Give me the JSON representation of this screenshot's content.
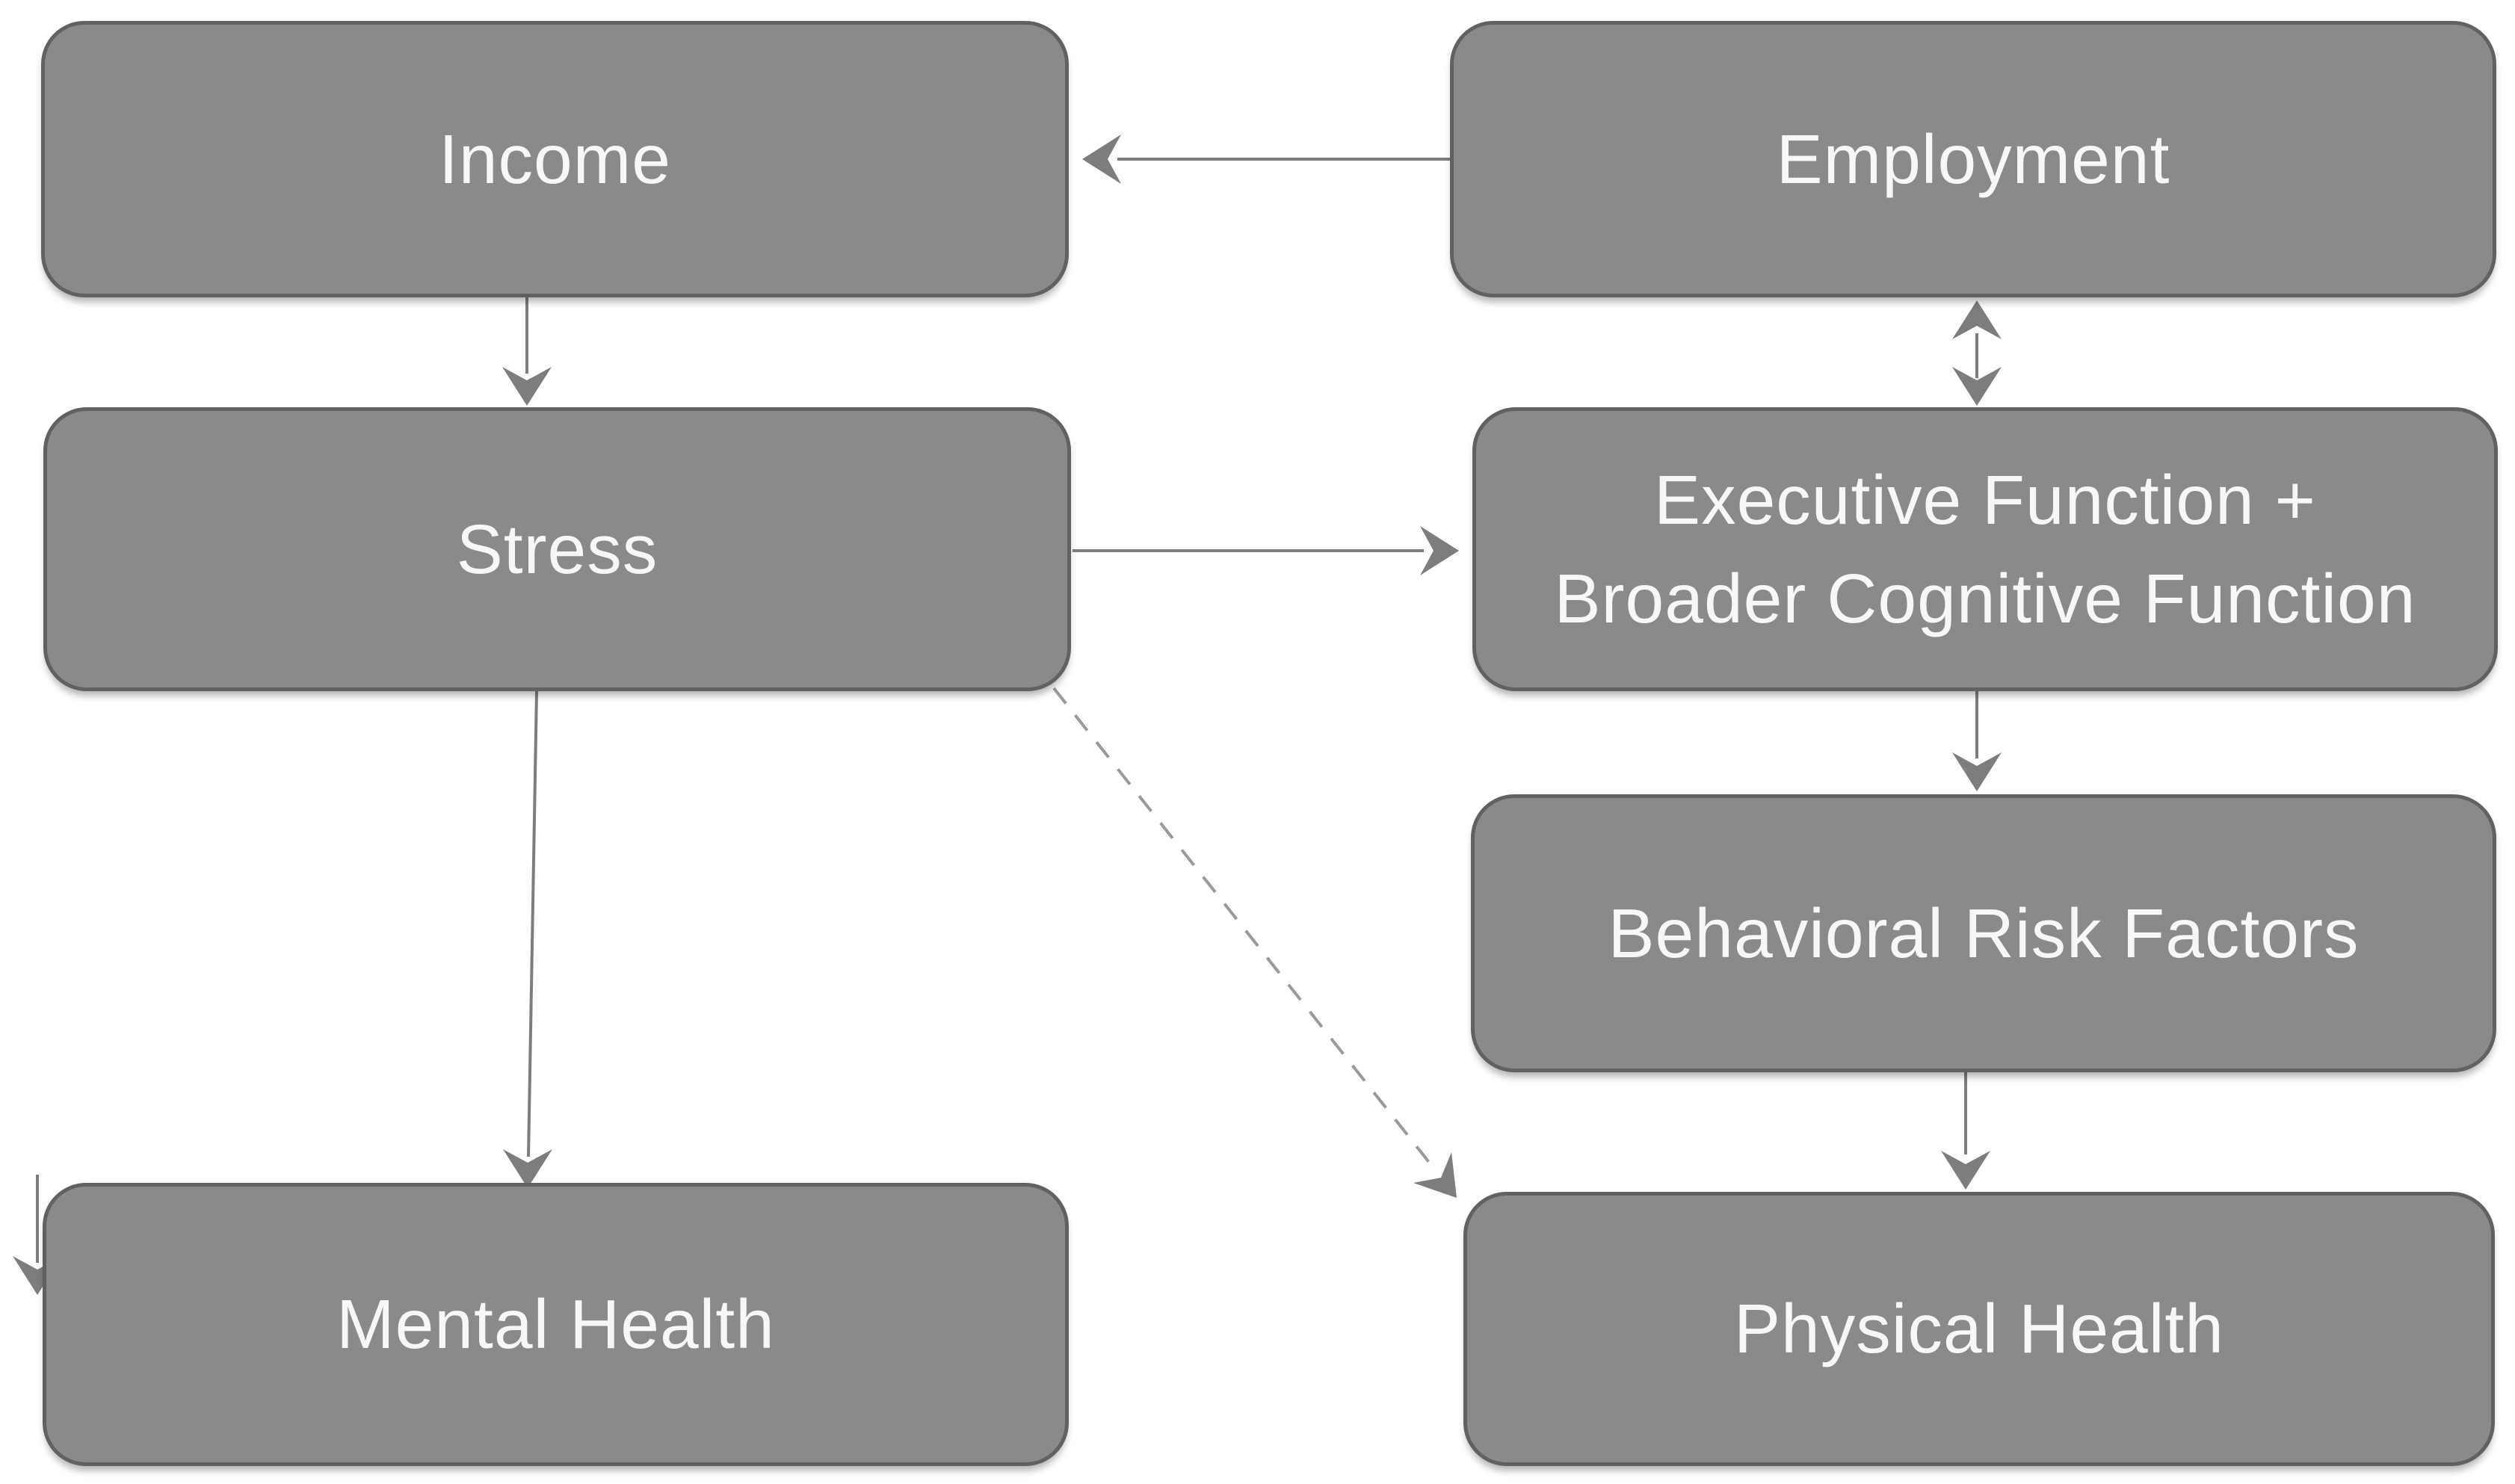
{
  "diagram": {
    "type": "flowchart",
    "nodes": [
      {
        "id": "income",
        "label": "Income"
      },
      {
        "id": "employment",
        "label": "Employment"
      },
      {
        "id": "stress",
        "label": "Stress"
      },
      {
        "id": "executive-function",
        "label": "Executive Function + Broader Cognitive Function"
      },
      {
        "id": "behavioral-risk-factors",
        "label": "Behavioral Risk Factors"
      },
      {
        "id": "mental-health",
        "label": "Mental Health"
      },
      {
        "id": "physical-health",
        "label": "Physical Health"
      }
    ],
    "edges": [
      {
        "from": "employment",
        "to": "income",
        "style": "solid",
        "direction": "one-way"
      },
      {
        "from": "income",
        "to": "stress",
        "style": "solid",
        "direction": "one-way"
      },
      {
        "from": "employment",
        "to": "executive-function",
        "style": "solid",
        "direction": "two-way"
      },
      {
        "from": "stress",
        "to": "executive-function",
        "style": "solid",
        "direction": "one-way"
      },
      {
        "from": "executive-function",
        "to": "behavioral-risk-factors",
        "style": "solid",
        "direction": "one-way"
      },
      {
        "from": "behavioral-risk-factors",
        "to": "physical-health",
        "style": "solid",
        "direction": "one-way"
      },
      {
        "from": "stress",
        "to": "mental-health",
        "style": "solid",
        "direction": "one-way"
      },
      {
        "from": "stress",
        "to": "physical-health",
        "style": "dashed",
        "direction": "one-way"
      },
      {
        "from": "offscreen-left-edge",
        "to": "mental-health",
        "style": "solid",
        "direction": "one-way",
        "note": "partially cropped arrow at left image edge"
      }
    ],
    "colors": {
      "background": "#ffffff",
      "node_fill": "#8a8a8a",
      "node_border": "#616161",
      "node_text": "#f7f7f7",
      "arrow": "#7d7d7d",
      "dashed_arrow": "#9a9a9a"
    }
  }
}
